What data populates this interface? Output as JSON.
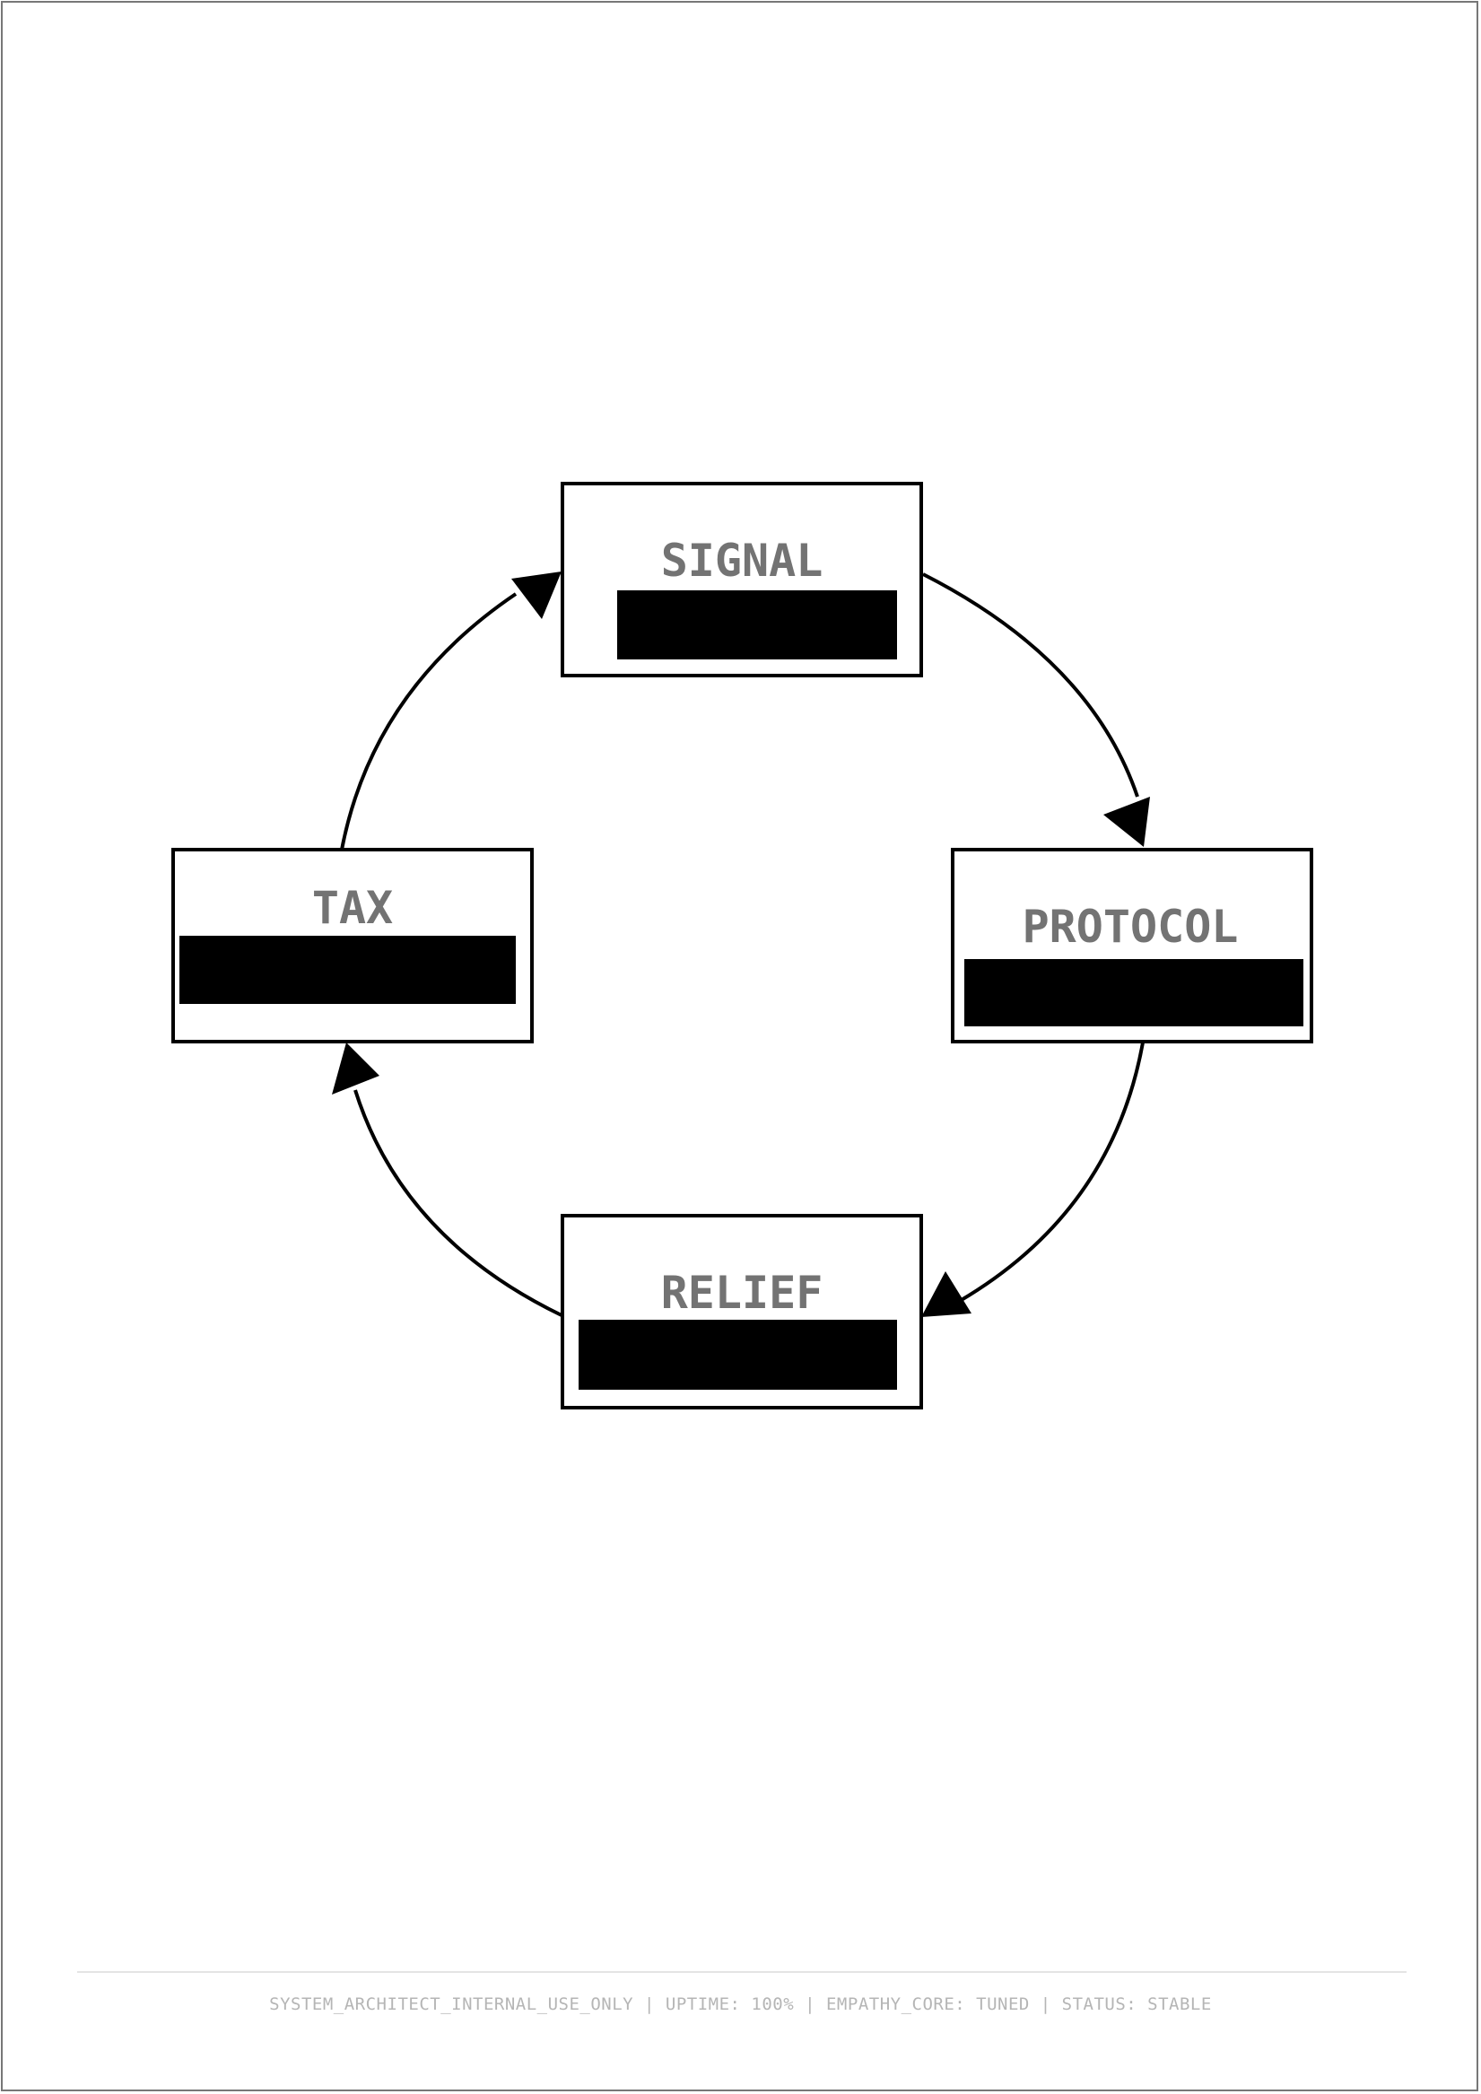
{
  "diagram": {
    "nodes": [
      {
        "id": "signal",
        "title": "SIGNAL"
      },
      {
        "id": "protocol",
        "title": "PROTOCOL"
      },
      {
        "id": "relief",
        "title": "RELIEF"
      },
      {
        "id": "tax",
        "title": "TAX"
      }
    ],
    "edges": [
      {
        "from": "signal",
        "to": "protocol"
      },
      {
        "from": "protocol",
        "to": "relief"
      },
      {
        "from": "relief",
        "to": "tax"
      },
      {
        "from": "tax",
        "to": "signal"
      }
    ],
    "colors": {
      "title": "#737373",
      "redaction": "#000000",
      "stroke": "#000000",
      "footer": "#b5b5b5"
    }
  },
  "footer": {
    "text": "SYSTEM_ARCHITECT_INTERNAL_USE_ONLY | UPTIME: 100% | EMPATHY_CORE: TUNED | STATUS: STABLE"
  }
}
